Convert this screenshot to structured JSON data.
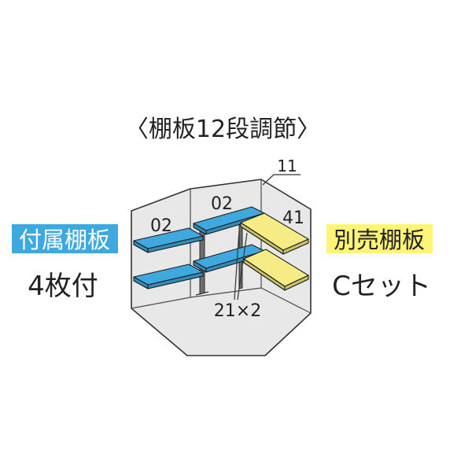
{
  "title": "〈棚板12段調節〉",
  "included": {
    "badge": "付属棚板",
    "count": "4枚付",
    "badge_color": "#3ea8df",
    "badge_text_color": "#ffffff"
  },
  "optional": {
    "badge": "別売棚板",
    "set": "Cセット",
    "badge_color": "#fff476",
    "badge_text_color": "#222222"
  },
  "diagram": {
    "labels": {
      "left_shelf": "02",
      "center_shelf": "02",
      "corner_shelf": "41",
      "top_part": "11",
      "posts": "21×2"
    },
    "colors": {
      "wall": "#e8e8e8",
      "included_shelf": "#3fa9df",
      "optional_shelf": "#f5ec85"
    }
  }
}
